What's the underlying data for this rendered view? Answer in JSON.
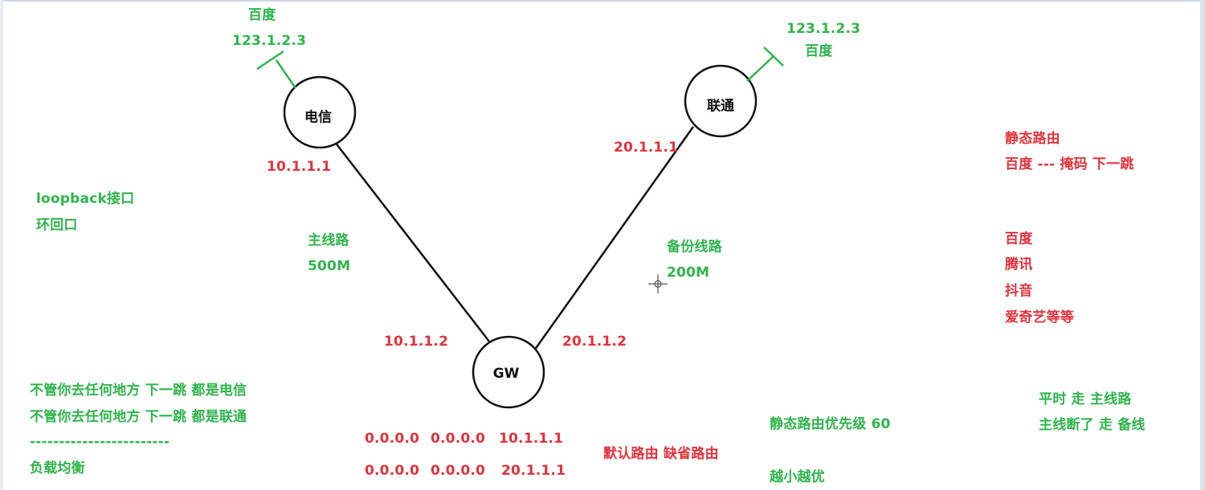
{
  "colors": {
    "green": "#2db54b",
    "red": "#e3323b",
    "line": "#111111",
    "background": "#ffffff"
  },
  "nodes": {
    "telecom": "电信",
    "unicom": "联通",
    "gw": "GW"
  },
  "telecom_target": {
    "name": "百度",
    "ip": "123.1.2.3"
  },
  "unicom_target": {
    "ip": "123.1.2.3",
    "name": "百度"
  },
  "interfaces": {
    "telecom_ip": "10.1.1.1",
    "unicom_ip": "20.1.1.1",
    "gw_left_ip": "10.1.1.2",
    "gw_right_ip": "20.1.1.2"
  },
  "links": {
    "main_name": "主线路",
    "main_bw": "500M",
    "backup_name": "备份线路",
    "backup_bw": "200M"
  },
  "left_notes": {
    "loopback": "loopback接口",
    "loopback_cn": "环回口",
    "rule1": "不管你去任何地方   下一跳  都是电信",
    "rule2": "不管你去任何地方   下一跳  都是联通",
    "separator": "------------------------",
    "load_balance": "负载均衡"
  },
  "routes": [
    {
      "dest": "0.0.0.0",
      "mask": "0.0.0.0",
      "next_hop": "10.1.1.1"
    },
    {
      "dest": "0.0.0.0",
      "mask": "0.0.0.0",
      "next_hop": "20.1.1.1"
    }
  ],
  "route_notes": {
    "default_route": "默认路由   缺省路由",
    "priority": "静态路由优先级    60",
    "smaller_better": "越小越优"
  },
  "right_notes": {
    "static_route": "静态路由",
    "format": "百度   ---  掩码      下一跳",
    "sites": [
      "百度",
      "腾讯",
      "抖音",
      "爱奇艺等等"
    ],
    "normal": "平时   走   主线路",
    "failover": "主线断了   走  备线"
  }
}
